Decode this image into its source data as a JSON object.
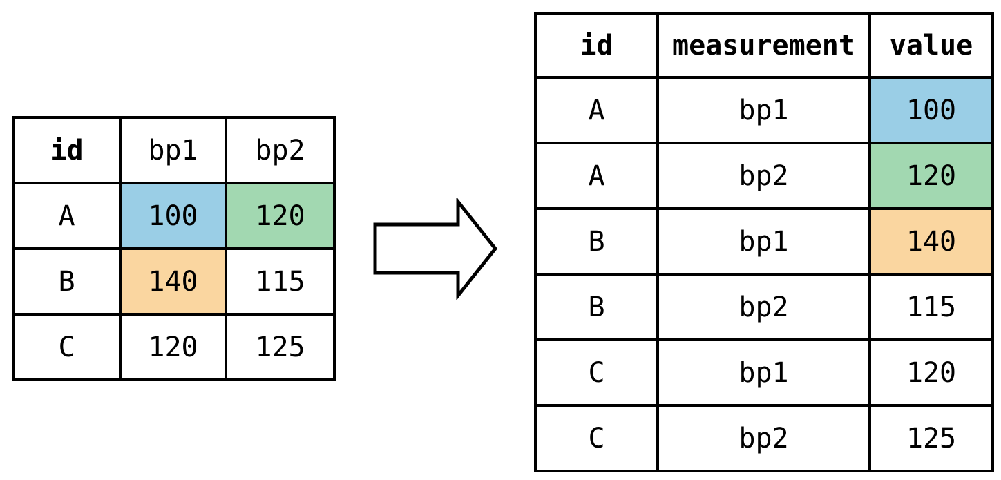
{
  "highlight_colors": {
    "blue": "#9ACEE6",
    "green": "#A2D8B1",
    "orange": "#FAD6A0"
  },
  "border_color": "#000000",
  "background_color": "#ffffff",
  "arrow": {
    "direction": "right"
  },
  "wide_table": {
    "headers": [
      {
        "text": "id",
        "bold": true
      },
      {
        "text": "bp1",
        "bold": false
      },
      {
        "text": "bp2",
        "bold": false
      }
    ],
    "rows": [
      {
        "cells": [
          {
            "text": "A"
          },
          {
            "text": "100",
            "highlight": "blue"
          },
          {
            "text": "120",
            "highlight": "green"
          }
        ]
      },
      {
        "cells": [
          {
            "text": "B"
          },
          {
            "text": "140",
            "highlight": "orange"
          },
          {
            "text": "115"
          }
        ]
      },
      {
        "cells": [
          {
            "text": "C"
          },
          {
            "text": "120"
          },
          {
            "text": "125"
          }
        ]
      }
    ]
  },
  "long_table": {
    "headers": [
      {
        "text": "id",
        "bold": true
      },
      {
        "text": "measurement",
        "bold": true
      },
      {
        "text": "value",
        "bold": true
      }
    ],
    "rows": [
      {
        "cells": [
          {
            "text": "A"
          },
          {
            "text": "bp1"
          },
          {
            "text": "100",
            "highlight": "blue"
          }
        ]
      },
      {
        "cells": [
          {
            "text": "A"
          },
          {
            "text": "bp2"
          },
          {
            "text": "120",
            "highlight": "green"
          }
        ]
      },
      {
        "cells": [
          {
            "text": "B"
          },
          {
            "text": "bp1"
          },
          {
            "text": "140",
            "highlight": "orange"
          }
        ]
      },
      {
        "cells": [
          {
            "text": "B"
          },
          {
            "text": "bp2"
          },
          {
            "text": "115"
          }
        ]
      },
      {
        "cells": [
          {
            "text": "C"
          },
          {
            "text": "bp1"
          },
          {
            "text": "120"
          }
        ]
      },
      {
        "cells": [
          {
            "text": "C"
          },
          {
            "text": "bp2"
          },
          {
            "text": "125"
          }
        ]
      }
    ]
  }
}
